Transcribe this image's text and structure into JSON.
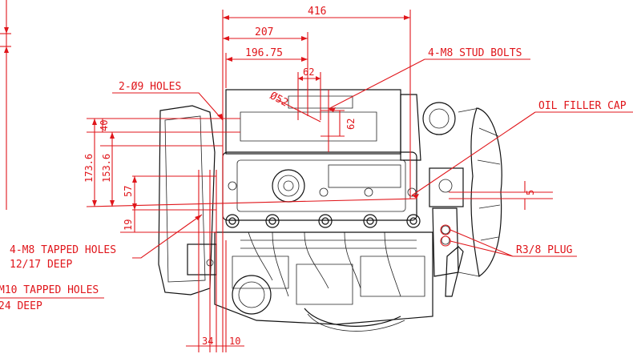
{
  "colors": {
    "annotation": "#e0161b",
    "linework": "#111111",
    "background": "#ffffff"
  },
  "dimensions": {
    "overall_width": "416",
    "d207": "207",
    "d196": "196.75",
    "d62_top": "62",
    "diam52": "Ø52",
    "d62_vert": "62",
    "d40": "40",
    "d173": "173.6",
    "d153": "153.6",
    "d57": "57",
    "d19": "19",
    "d5": "5",
    "d34": "34",
    "d10": "10"
  },
  "labels": {
    "stud_bolts": "4-M8 STUD BOLTS",
    "holes_9": "2-Ø9 HOLES",
    "oil_filler": "OIL FILLER CAP",
    "tapped_m8_line1": "4-M8 TAPPED HOLES",
    "tapped_m8_line2": "12/17 DEEP",
    "tapped_m10_line1": "M10 TAPPED HOLES",
    "tapped_m10_line2": "24 DEEP",
    "plug": "R3/8 PLUG"
  }
}
